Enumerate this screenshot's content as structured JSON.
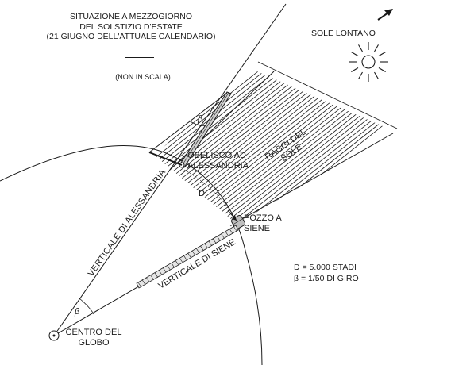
{
  "title": {
    "line1": "SITUAZIONE A MEZZOGIORNO",
    "line2": "DEL SOLSTIZIO D'ESTATE",
    "line3": "(21 GIUGNO DELL'ATTUALE CALENDARIO)"
  },
  "subtitle": "(NON IN SCALA)",
  "sun_label": "SOLE LONTANO",
  "rays_label": {
    "line1": "RAGGI DEL",
    "line2": "SOLE"
  },
  "obelisk_label": {
    "line1": "OBELISCO AD",
    "line2": "ALESSANDRIA"
  },
  "well_label": {
    "line1": "POZZO A",
    "line2": "SIENE"
  },
  "distance_label": "D",
  "vertical_alexandria": "VERTICALE DI ALESSANDRIA",
  "vertical_syene": "VERTICALE DI SIENE",
  "center_label": {
    "line1": "CENTRO DEL",
    "line2": "GLOBO"
  },
  "angle_symbol": "β",
  "legend": {
    "distance": "D = 5.000 STADI",
    "angle": "β = 1/50 DI GIRO"
  },
  "icons": {
    "sun": "sun-icon",
    "direction": "north-east-arrow-icon"
  },
  "colors": {
    "ink": "#1a1a1a",
    "background": "#ffffff"
  }
}
